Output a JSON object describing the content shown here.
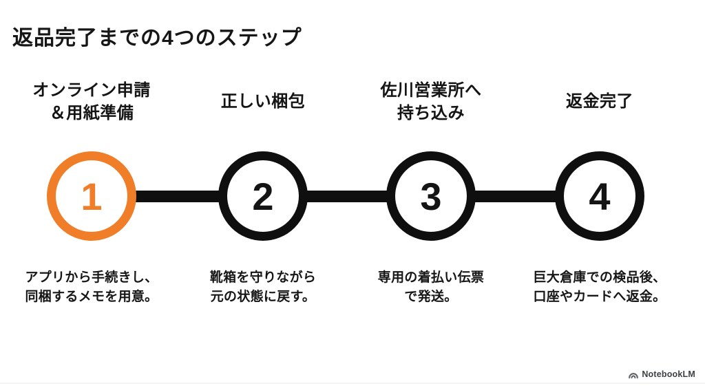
{
  "title": "返品完了までの4つのステップ",
  "colors": {
    "accent": "#F07E28",
    "line": "#0f0f0f",
    "text": "#141414",
    "brand_text": "#3c4043"
  },
  "steps": [
    {
      "number": "1",
      "title": "オンライン申請\n＆用紙準備",
      "description": "アプリから手続きし、\n同梱するメモを用意。",
      "highlight": true
    },
    {
      "number": "2",
      "title": "正しい梱包",
      "description": "靴箱を守りながら\n元の状態に戻す。",
      "highlight": false
    },
    {
      "number": "3",
      "title": "佐川営業所へ\n持ち込み",
      "description": "専用の着払い伝票\nで発送。",
      "highlight": false
    },
    {
      "number": "4",
      "title": "返金完了",
      "description": "巨大倉庫での検品後、\n口座やカードへ返金。",
      "highlight": false
    }
  ],
  "footer": {
    "brand": "NotebookLM"
  }
}
